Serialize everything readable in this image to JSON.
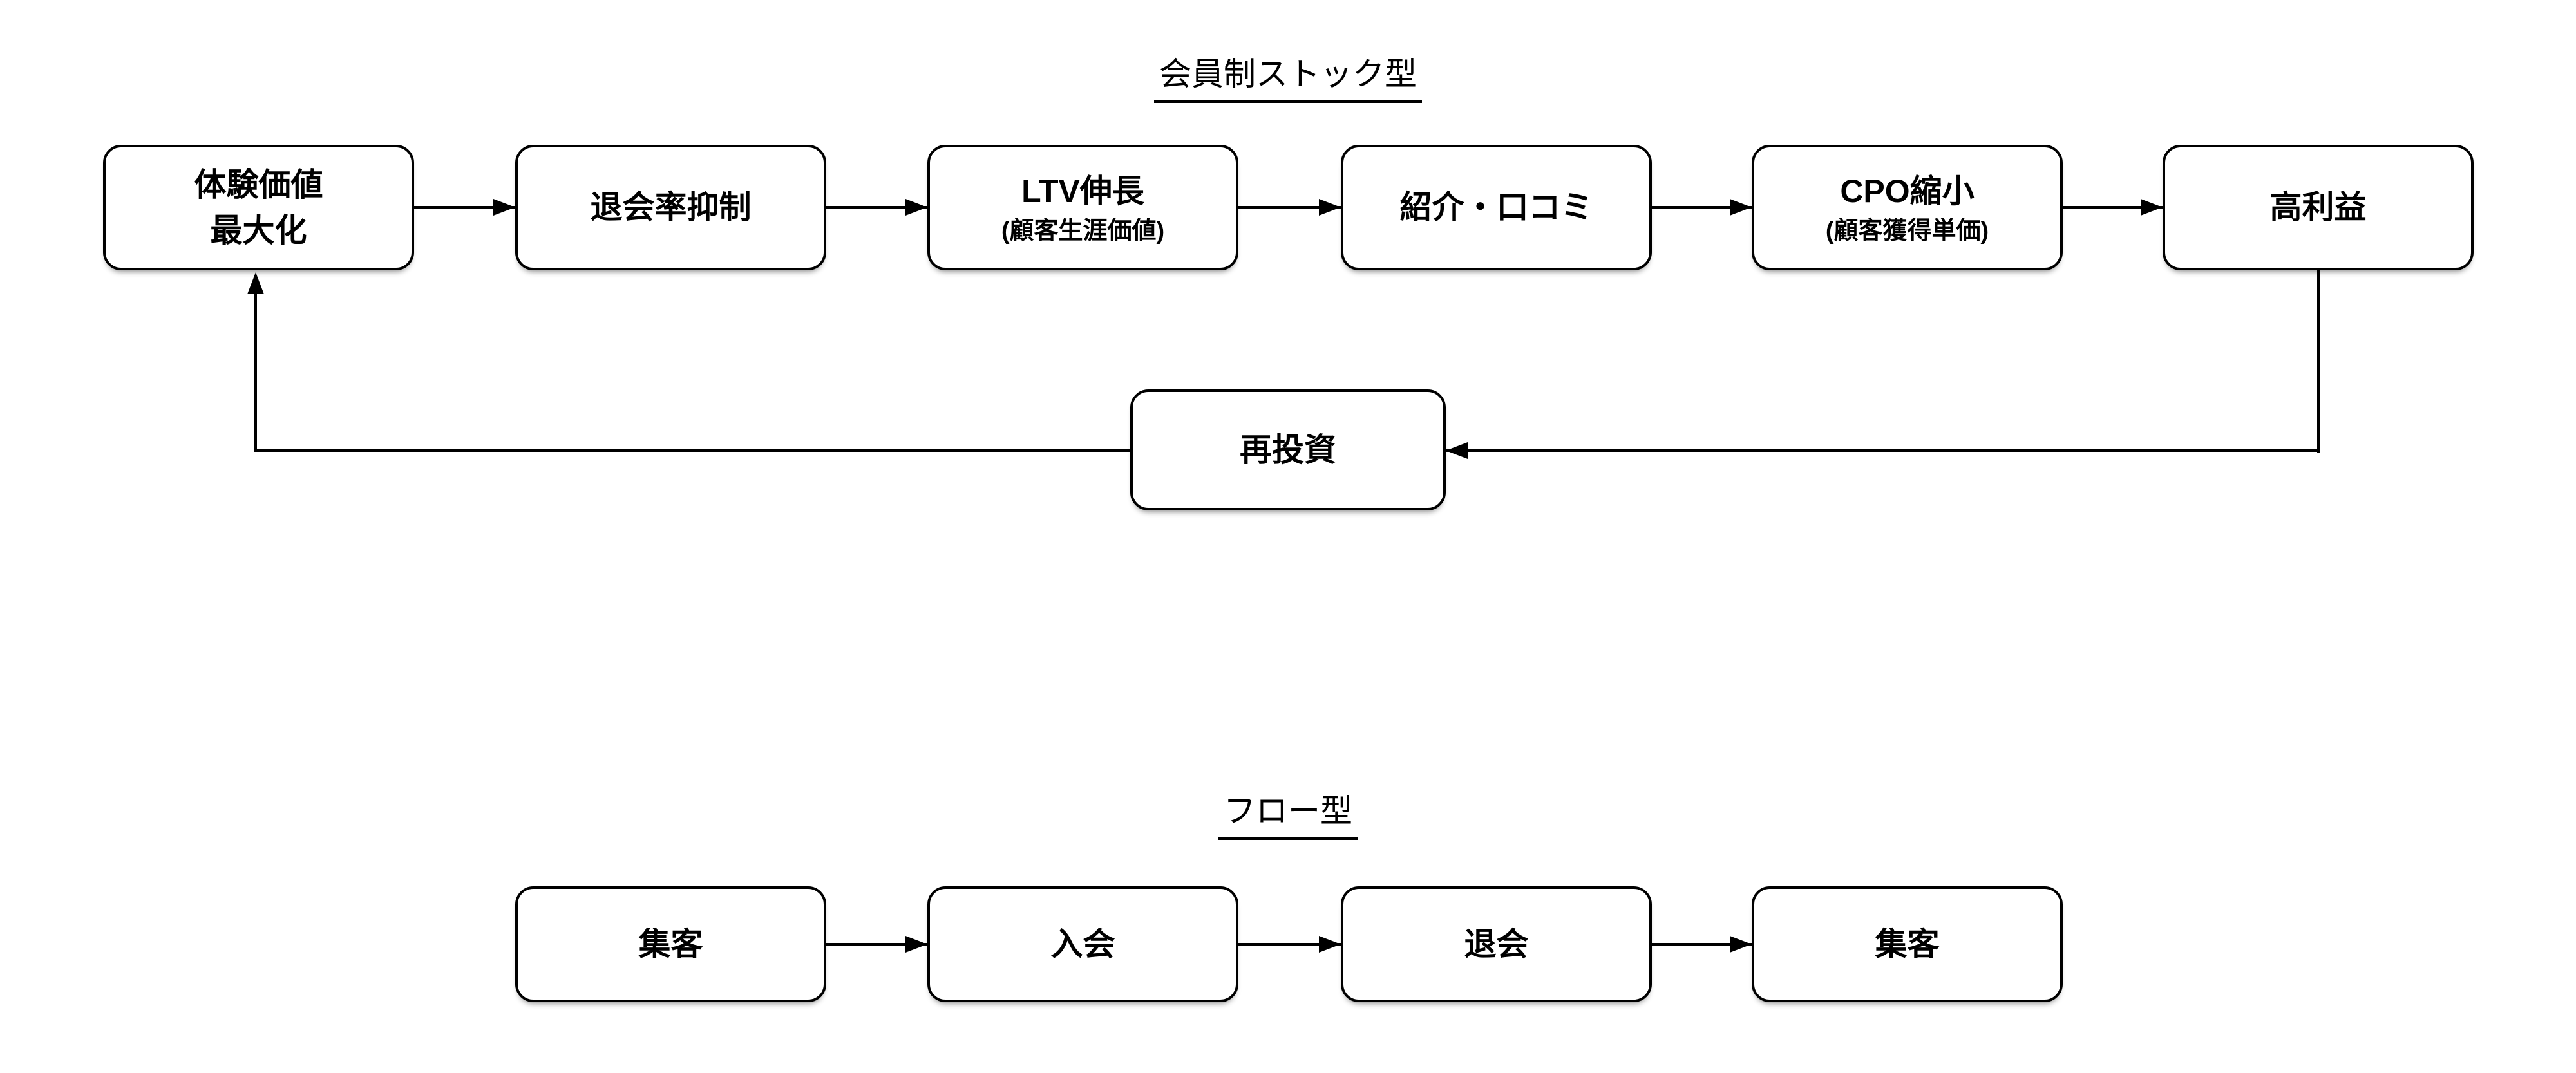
{
  "colors": {
    "ink": "#000000",
    "background": "#ffffff"
  },
  "stock_diagram": {
    "title": "会員制ストック型",
    "boxes": [
      {
        "id": "experience-value-maximization",
        "line1": "体験価値",
        "line2": "最大化"
      },
      {
        "id": "churn-rate-suppression",
        "line1": "退会率抑制"
      },
      {
        "id": "ltv-growth",
        "line1": "LTV伸長",
        "sub": "(顧客生涯価値)"
      },
      {
        "id": "referral-word-of-mouth",
        "line1": "紹介・口コミ"
      },
      {
        "id": "cpo-reduction",
        "line1": "CPO縮小",
        "sub": "(顧客獲得単価)"
      },
      {
        "id": "high-profit",
        "line1": "高利益"
      }
    ],
    "reinvest_box": {
      "label": "再投資"
    },
    "edges": [
      {
        "from": "体験価値最大化",
        "to": "退会率抑制"
      },
      {
        "from": "退会率抑制",
        "to": "LTV伸長"
      },
      {
        "from": "LTV伸長",
        "to": "紹介・口コミ"
      },
      {
        "from": "紹介・口コミ",
        "to": "CPO縮小"
      },
      {
        "from": "CPO縮小",
        "to": "高利益"
      },
      {
        "from": "高利益",
        "to": "再投資"
      },
      {
        "from": "再投資",
        "to": "体験価値最大化"
      }
    ]
  },
  "flow_diagram": {
    "title": "フロー型",
    "boxes": [
      {
        "id": "attract-1",
        "label": "集客"
      },
      {
        "id": "enrollment",
        "label": "入会"
      },
      {
        "id": "withdrawal",
        "label": "退会"
      },
      {
        "id": "attract-2",
        "label": "集客"
      }
    ],
    "edges": [
      {
        "from": "集客",
        "to": "入会"
      },
      {
        "from": "入会",
        "to": "退会"
      },
      {
        "from": "退会",
        "to": "集客"
      }
    ]
  }
}
